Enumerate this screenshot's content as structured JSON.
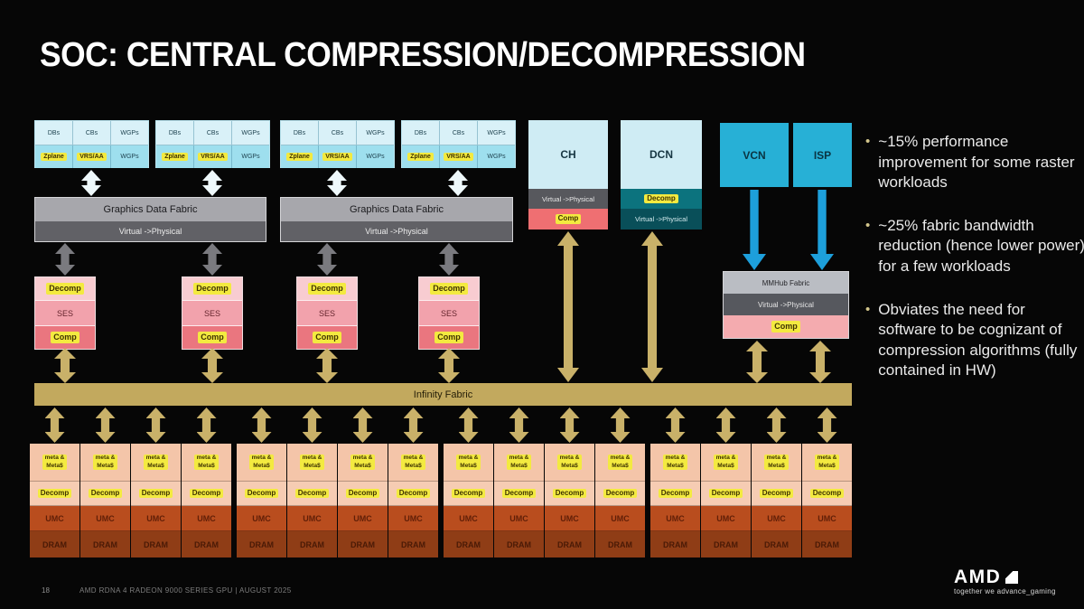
{
  "title": "SOC: CENTRAL COMPRESSION/DECOMPRESSION",
  "cluster": {
    "top": [
      "DBs",
      "CBs",
      "WGPs"
    ],
    "bottom": [
      "Zplane",
      "VRS/AA",
      "WGPs"
    ]
  },
  "gdf": {
    "label": "Graphics Data Fabric",
    "sub": "Virtual ->Physical"
  },
  "stack": {
    "decomp": "Decomp",
    "ses": "SES",
    "comp": "Comp"
  },
  "ch": {
    "label": "CH",
    "sub": "Virtual ->Physical",
    "comp": "Comp"
  },
  "dcn": {
    "label": "DCN",
    "decomp": "Decomp",
    "sub": "Virtual ->Physical"
  },
  "vcn": {
    "label": "VCN"
  },
  "isp": {
    "label": "ISP"
  },
  "mmhub": {
    "label": "MMHub Fabric",
    "sub": "Virtual ->Physical",
    "comp": "Comp"
  },
  "fabric": {
    "label": "Infinity Fabric"
  },
  "memory": {
    "meta1": "meta &",
    "meta2": "Meta$",
    "decomp": "Decomp",
    "umc": "UMC",
    "dram": "DRAM"
  },
  "bullets": [
    "~15% performance improvement for some raster workloads",
    "~25% fabric bandwidth reduction (hence lower power) for a few workloads",
    "Obviates the need for software to be cognizant of compression algorithms (fully contained in HW)"
  ],
  "footer": {
    "page": "18",
    "deck": "AMD RDNA 4 RADEON 9000 SERIES GPU | AUGUST 2025",
    "logo": "AMD",
    "tagline": "together we advance_gaming"
  }
}
